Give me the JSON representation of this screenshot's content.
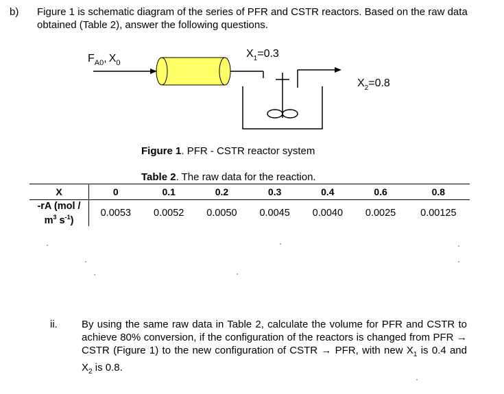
{
  "section": {
    "label": "b)",
    "intro": "Figure 1 is schematic diagram of the series of PFR and CSTR reactors. Based on the raw data obtained (Table 2), answer the following questions."
  },
  "diagram": {
    "feed_label": {
      "F": "F",
      "sub_A0": "A0",
      "comma": ",",
      "X": "X",
      "sub_0": "0"
    },
    "x1_label": {
      "X": "X",
      "sub": "1",
      "value": "=0.3"
    },
    "x2_label": {
      "X": "X",
      "sub": "2",
      "value": "=0.8"
    },
    "colors": {
      "pfr_fill": "#ffff66",
      "stroke": "#000000"
    }
  },
  "figure_caption": {
    "prefix": "Figure 1",
    "text": ". PFR - CSTR reactor system"
  },
  "table_caption": {
    "prefix": "Table 2",
    "text": ". The raw data for the reaction."
  },
  "table": {
    "header_label": "X",
    "row_label_line1": "-rA (mol /",
    "row_label_line2_a": "m",
    "row_label_line2_sup1": "3",
    "row_label_line2_b": " s",
    "row_label_line2_sup2": "-1",
    "row_label_line2_c": ")",
    "x": [
      "0",
      "0.1",
      "0.2",
      "0.3",
      "0.4",
      "0.6",
      "0.8"
    ],
    "rate": [
      "0.0053",
      "0.0052",
      "0.0050",
      "0.0045",
      "0.0040",
      "0.0025",
      "0.00125"
    ]
  },
  "part_ii": {
    "label": "ii.",
    "text_a": "By using the same raw data in Table 2, calculate the volume for PFR and CSTR to achieve 80% conversion, if the configuration of the reactors is changed from PFR → CSTR (Figure 1) to the new configuration of CSTR → PFR, with new X",
    "sub1": "1",
    "text_b": " is 0.4 and X",
    "sub2": "2",
    "text_c": " is 0.8."
  }
}
